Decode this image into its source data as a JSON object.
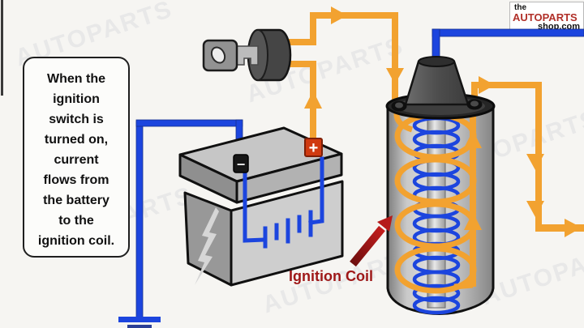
{
  "watermark": {
    "text": "AUTOPARTS"
  },
  "info_box": {
    "lines": [
      "When the",
      "ignition",
      "switch is",
      "turned on,",
      "current",
      "flows from",
      "the battery",
      "to the",
      "ignition coil."
    ]
  },
  "labels": {
    "ignition_coil": "Ignition Coil"
  },
  "logo": {
    "the": "the",
    "autoparts": "AUTOPARTS",
    "shop": "shop.com"
  },
  "battery": {
    "positive": "+",
    "negative": "−"
  },
  "colors": {
    "hot_wire_orange": "#F2A230",
    "ground_wire_blue": "#1C45DE",
    "label_red": "#9E1717",
    "logo_red": "#B13029"
  }
}
